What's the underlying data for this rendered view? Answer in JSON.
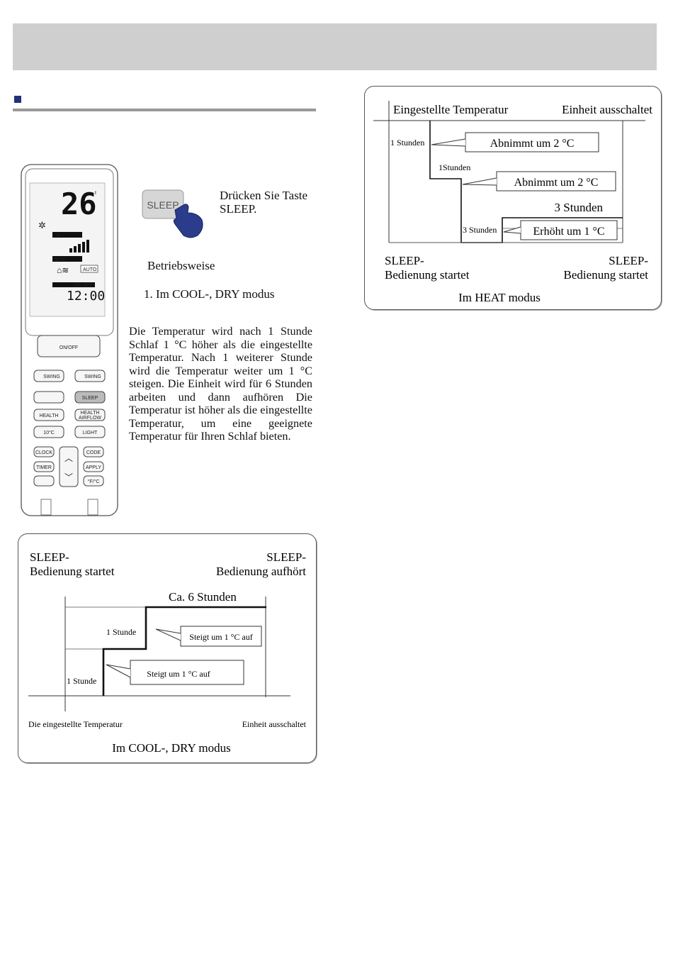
{
  "header": {
    "band_color": "#cfcfcf",
    "marker_color": "#23307a"
  },
  "instruction": {
    "line1": "Drücken Sie Taste",
    "line2": "SLEEP."
  },
  "sleep_button": {
    "label": "SLEEP"
  },
  "mode_section": {
    "label": "Betriebsweise",
    "item": "1. Im COOL-, DRY modus"
  },
  "description": "Die Temperatur wird nach 1 Stunde Schlaf 1 °C höher als die eingestellte Temperatur. Nach 1 weiterer Stunde wird die Temperatur weiter um 1 °C steigen. Die Einheit wird für 6 Stunden arbeiten und dann aufhören Die Temperatur ist höher als die eingestellte Temperatur, um eine geeignete Temperatur für Ihren Schlaf bieten.",
  "remote": {
    "display_temp": "26",
    "display_unit": "t",
    "mode_badge": "A",
    "wind_badge": "W G",
    "auto_label": "AUTO",
    "timer_header": "ON  OFF",
    "clock": "12:00",
    "buttons": {
      "on_off": "ON/OFF",
      "swing_left": "SWING",
      "swing_right": "SWING",
      "sleep": "SLEEP",
      "health": "HEALTH",
      "health_airflow_1": "HEALTH",
      "health_airflow_2": "AIRFLOW",
      "ten_c": "10°C",
      "light": "LIGHT",
      "clock": "CLOCK",
      "timer": "TIMER",
      "code": "CODE",
      "apply": "APPLY",
      "unit": "°F/°C"
    }
  },
  "cool_chart": {
    "start_1": "SLEEP-",
    "start_2": "Bedienung startet",
    "end_1": "SLEEP-",
    "end_2": "Bedienung aufhört",
    "duration": "Ca. 6 Stunden",
    "step1_time": "1 Stunde",
    "step2_time": "1 Stunde",
    "callout_upper": "Steigt um 1 °C auf",
    "callout_lower": "Steigt um 1 °C auf",
    "set_temp": "Die eingestellte Temperatur",
    "unit_off": "Einheit ausschaltet",
    "caption": "Im COOL-, DRY modus"
  },
  "heat_chart": {
    "set_temp": "Eingestellte Temperatur",
    "unit_off": "Einheit ausschaltet",
    "t1": "1 Stunden",
    "t2": "1Stunden",
    "t3": "3 Stunden",
    "t3_top": "3 Stunden",
    "callout1": "Abnimmt um 2 °C",
    "callout2": "Abnimmt um 2 °C",
    "callout3": "Erhöht um 1 °C",
    "start_1": "SLEEP-",
    "start_2": "Bedienung startet",
    "end_1": "SLEEP-",
    "end_2": "Bedienung startet",
    "caption": "Im HEAT modus"
  }
}
